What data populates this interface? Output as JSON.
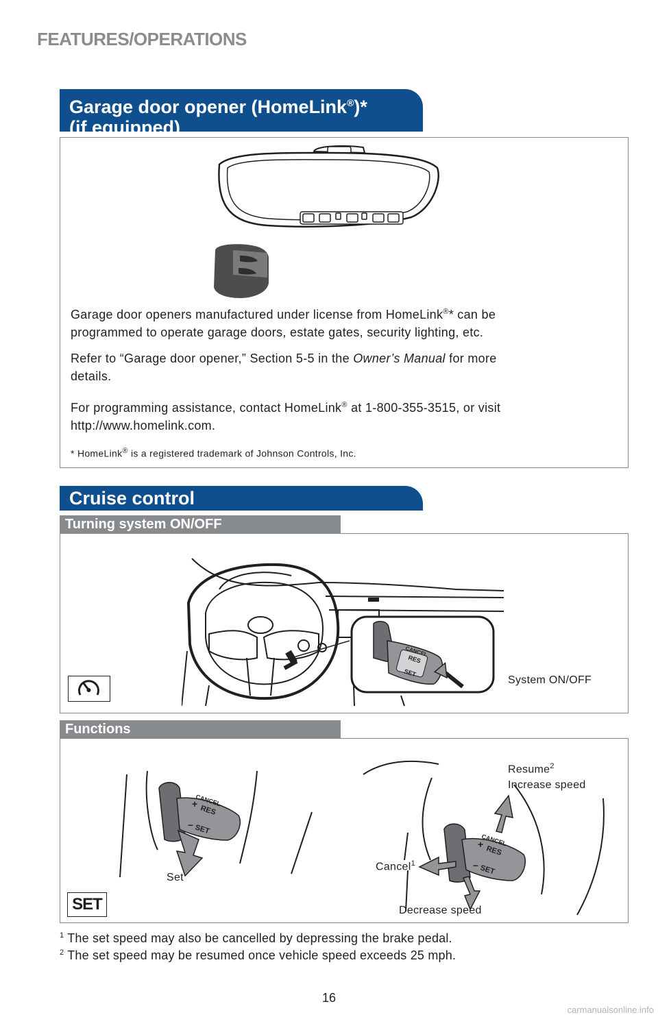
{
  "header": {
    "section_label": "FEATURES/OPERATIONS"
  },
  "garage": {
    "title_line1": "Garage door opener (HomeLink",
    "title_reg": "®",
    "title_star": ")*",
    "title_line2": "(if equipped)",
    "p1_a": "Garage door openers manufactured under license from HomeLink",
    "p1_reg": "®",
    "p1_b": "* can be",
    "p1_c": "programmed to operate garage doors, estate gates, security lighting, etc.",
    "p2_a": "Refer to “Garage door opener,” Section 5-5 in the",
    "p2_italic": "Owner’s Manual",
    "p2_b": "for more",
    "p2_c": "details.",
    "p3_a": "For programming assistance, contact HomeLink",
    "p3_reg": "®",
    "p3_b": "at 1-800-355-3515, or visit",
    "p3_c": "http://www.homelink.com.",
    "footnote_a": "* HomeLink",
    "footnote_reg": "®",
    "footnote_b": "is a registered trademark of Johnson Controls, Inc."
  },
  "cruise": {
    "title": "Cruise control",
    "turning_title": "Turning system ON/OFF",
    "system_label": "System ON/OFF",
    "functions_title": "Functions",
    "set_label": "Set",
    "resume_label": "Resume",
    "resume_sup": "2",
    "increase_label": "Increase speed",
    "cancel_label": "Cancel",
    "cancel_sup": "1",
    "decrease_label": "Decrease speed",
    "set_icon_text": "SET",
    "lever_cancel": "CANCEL",
    "lever_res": "RES",
    "lever_set": "SET",
    "lever_plus": "+",
    "lever_minus": "–",
    "note1_sup": "1",
    "note1": "The set speed may also be cancelled by depressing the brake pedal.",
    "note2_sup": "2",
    "note2": "The set speed may be resumed once vehicle speed exceeds 25 mph."
  },
  "footer": {
    "page_number": "16",
    "watermark": "carmanualsonline.info"
  }
}
